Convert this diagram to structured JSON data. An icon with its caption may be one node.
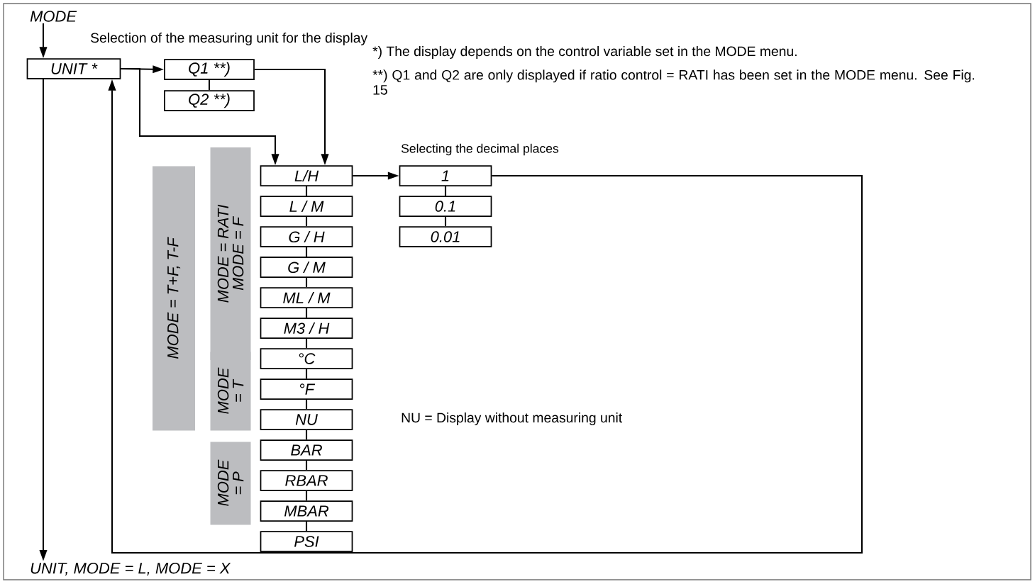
{
  "diagram": {
    "nodes": [
      {
        "text": [
          "MODE"
        ]
      },
      {
        "text": [
          "UNIT *"
        ]
      },
      {
        "text": [
          "Q1 **)"
        ]
      },
      {
        "text": [
          "Q2 **)"
        ]
      },
      {
        "text": [
          "L/H"
        ]
      },
      {
        "text": [
          "L / M"
        ]
      },
      {
        "text": [
          "G / H"
        ]
      },
      {
        "text": [
          "G / M"
        ]
      },
      {
        "text": [
          "ML / M"
        ]
      },
      {
        "text": [
          "M3 / H"
        ]
      },
      {
        "text": [
          "°C"
        ]
      },
      {
        "text": [
          "°F"
        ]
      },
      {
        "text": [
          "NU"
        ]
      },
      {
        "text": [
          "BAR"
        ]
      },
      {
        "text": [
          "RBAR"
        ]
      },
      {
        "text": [
          "MBAR"
        ]
      },
      {
        "text": [
          "PSI"
        ]
      },
      {
        "text": [
          "1"
        ]
      },
      {
        "text": [
          "0.1"
        ]
      },
      {
        "text": [
          "0.01"
        ]
      },
      {
        "text": [
          "UNIT, MODE = L, MODE = X"
        ]
      },
      {
        "text": [
          "MODE = T+F, T-F"
        ]
      },
      {
        "text": [
          "MODE = RATI",
          "MODE = F"
        ]
      },
      {
        "text": [
          "MODE = T"
        ]
      },
      {
        "text": [
          "MODE = P"
        ]
      }
    ],
    "edges": [
      {
        "from": 0,
        "to": 1,
        "arrow": "to"
      },
      {
        "from": 1,
        "to": 2,
        "arrow": "to"
      },
      {
        "from": 1,
        "to": 4,
        "arrow": "to"
      },
      {
        "from": 2,
        "to": 3,
        "arrow": "none"
      },
      {
        "from": 2,
        "to": 4,
        "arrow": "to"
      },
      {
        "from": 4,
        "to": 5,
        "arrow": "none"
      },
      {
        "from": 5,
        "to": 6,
        "arrow": "none"
      },
      {
        "from": 6,
        "to": 7,
        "arrow": "none"
      },
      {
        "from": 7,
        "to": 8,
        "arrow": "none"
      },
      {
        "from": 8,
        "to": 9,
        "arrow": "none"
      },
      {
        "from": 9,
        "to": 10,
        "arrow": "none"
      },
      {
        "from": 10,
        "to": 11,
        "arrow": "none"
      },
      {
        "from": 11,
        "to": 12,
        "arrow": "none"
      },
      {
        "from": 12,
        "to": 13,
        "arrow": "none"
      },
      {
        "from": 13,
        "to": 14,
        "arrow": "none"
      },
      {
        "from": 14,
        "to": 15,
        "arrow": "none"
      },
      {
        "from": 15,
        "to": 16,
        "arrow": "none"
      },
      {
        "from": 4,
        "to": 17,
        "arrow": "to"
      },
      {
        "from": 17,
        "to": 18,
        "arrow": "none"
      },
      {
        "from": 18,
        "to": 19,
        "arrow": "none"
      },
      {
        "from": 17,
        "to": 1,
        "arrow": "to"
      },
      {
        "from": 1,
        "to": 20,
        "arrow": "to"
      }
    ],
    "labels": [
      "Selection of the measuring unit for the display",
      "*) The display depends on the control variable set in the MODE menu.",
      "**) Q1 and Q2 are only displayed if ratio control = RATI has been set in the MODE menu. See Fig. 15",
      "Selecting the decimal places",
      "NU = Display without measuring unit"
    ]
  }
}
